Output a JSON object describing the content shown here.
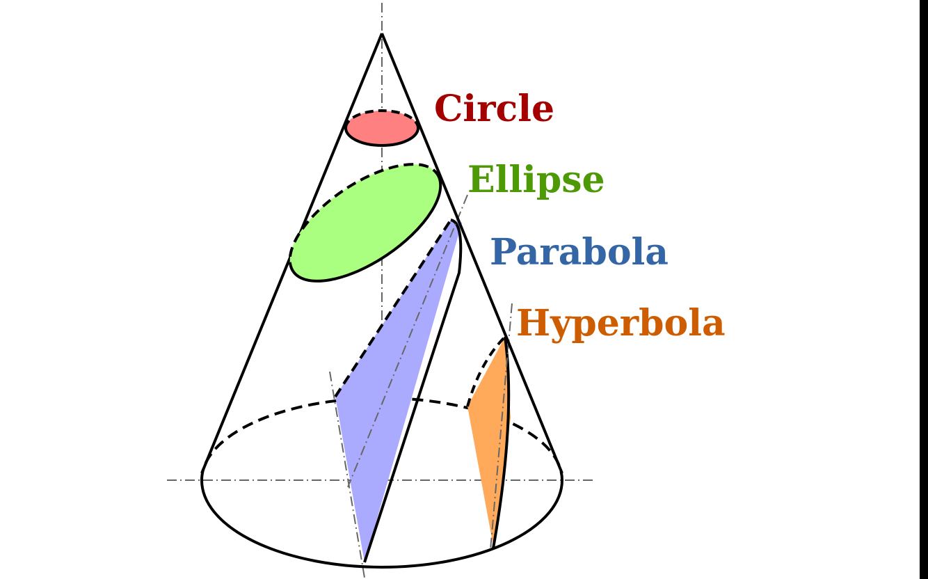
{
  "labels": {
    "circle": "Circle",
    "ellipse": "Ellipse",
    "parabola": "Parabola",
    "hyperbola": "Hyperbola"
  },
  "colors": {
    "circle_text": "#a40000",
    "circle_fill": "#ff8080",
    "ellipse_text": "#4e9a06",
    "ellipse_fill": "#aaff80",
    "parabola_text": "#3465a4",
    "parabola_fill": "#aaaaff",
    "hyperbola_text": "#ce5c00",
    "hyperbola_fill": "#ffaa5a",
    "outline": "#000000",
    "axis": "#666666"
  }
}
